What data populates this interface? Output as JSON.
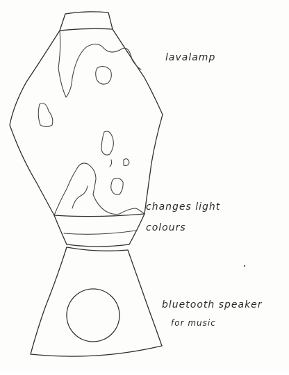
{
  "sketch": {
    "annotations": {
      "title": "lavalamp",
      "light_line1": "changes light",
      "light_line2": "colours",
      "speaker_line1": "bluetooth speaker",
      "speaker_line2": "for music"
    },
    "colors": {
      "paper": "#fdfdfc",
      "pencil": "#2f2f2f"
    }
  }
}
